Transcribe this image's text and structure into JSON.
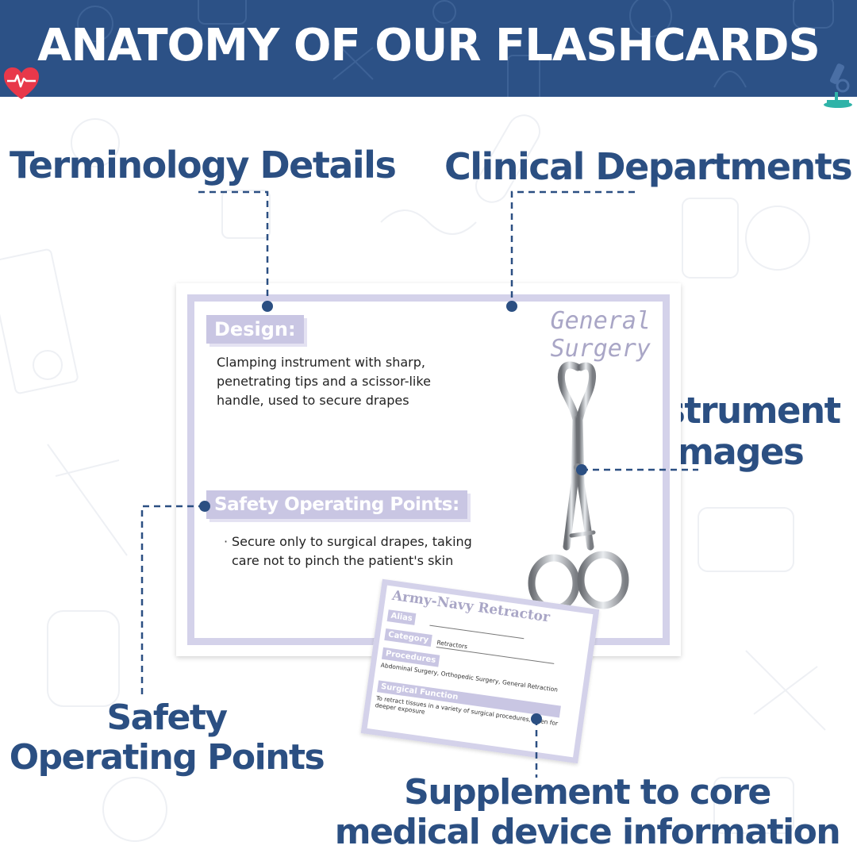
{
  "banner": {
    "title": "ANATOMY OF OUR FLASHCARDS",
    "color": "#2c5186"
  },
  "callouts": {
    "terminology": "Terminology Details",
    "clinical": "Clinical Departments",
    "instrument_line1": "Instrument",
    "instrument_line2": "Images",
    "safety_line1": "Safety",
    "safety_line2": "Operating Points",
    "supplement_line1": "Supplement to core",
    "supplement_line2": "medical device information",
    "color": "#2b4f82"
  },
  "card": {
    "department": "General Surgery",
    "design_label": "Design:",
    "design_text": "Clamping instrument with sharp, penetrating tips and a scissor-like handle, used to secure drapes",
    "safety_label": "Safety Operating Points:",
    "safety_bullet": "·",
    "safety_text": "Secure only to surgical drapes, taking care not to pinch the patient's skin",
    "accent": "#c9c6e3"
  },
  "card2": {
    "title": "Army-Navy Retractor",
    "alias_label": "Alias",
    "category_label": "Category",
    "category_value": "Retractors",
    "procedures_label": "Procedures",
    "procedures_value": "Abdominal Surgery, Orthopedic Surgery, General Retraction",
    "function_label": "Surgical Function",
    "function_value": "To retract tissues in a variety of surgical procedures, often for deeper exposure"
  },
  "icons": {
    "heart": "heart-icon",
    "microscope": "microscope-icon",
    "instrument": "towel-clamp-image"
  }
}
